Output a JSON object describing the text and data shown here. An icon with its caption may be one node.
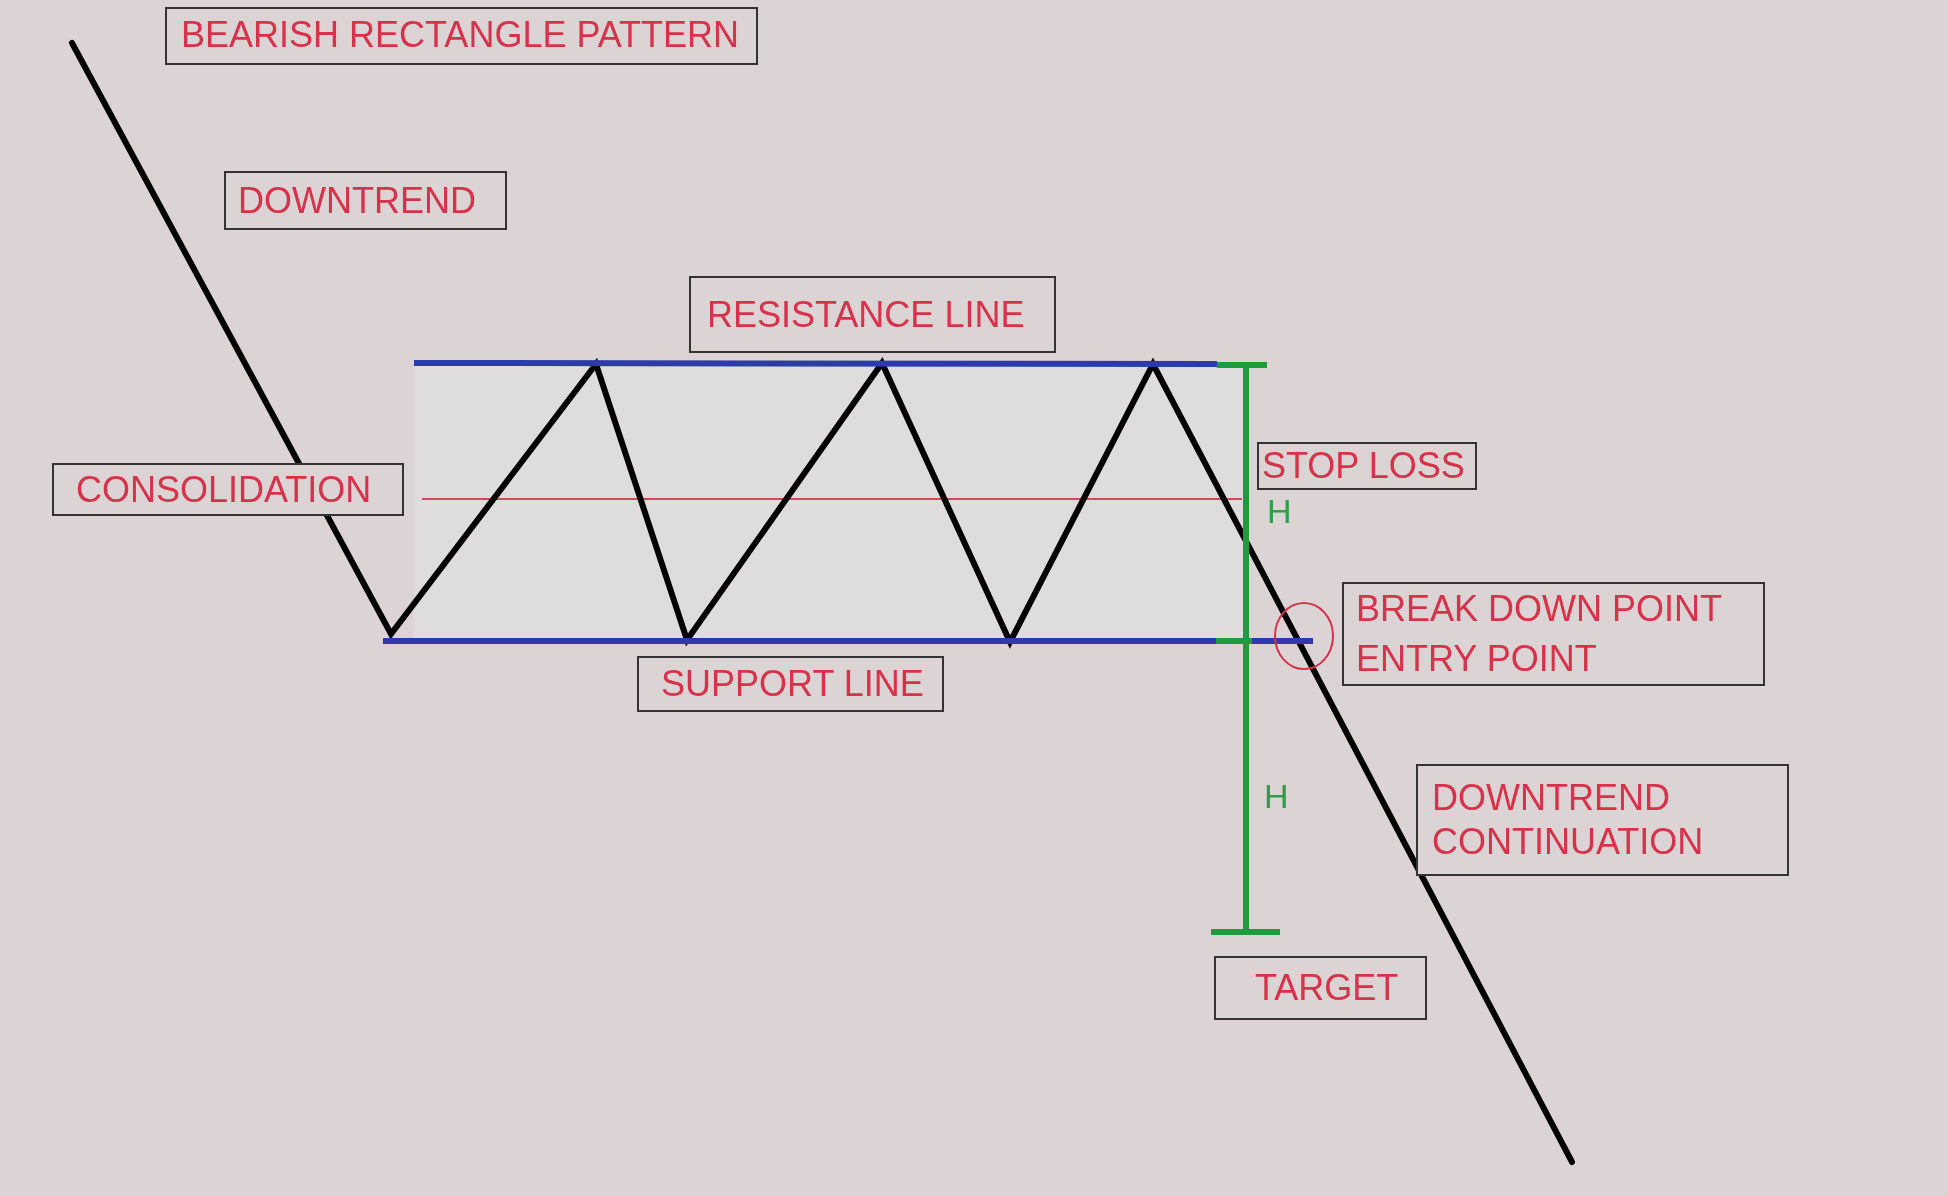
{
  "diagram": {
    "title": "BEARISH RECTANGLE PATTERN",
    "nodes": [
      {
        "text": [
          "DOWNTREND"
        ]
      },
      {
        "text": [
          "RESISTANCE LINE"
        ]
      },
      {
        "text": [
          "STOP LOSS"
        ]
      },
      {
        "text": [
          "CONSOLIDATION"
        ]
      },
      {
        "text": [
          "BREAK DOWN POINT",
          "ENTRY POINT"
        ]
      },
      {
        "text": [
          "SUPPORT LINE"
        ]
      },
      {
        "text": [
          "DOWNTREND CONTINUATION"
        ]
      },
      {
        "text": [
          "TARGET"
        ]
      }
    ],
    "labels": [
      "H",
      "H"
    ]
  }
}
